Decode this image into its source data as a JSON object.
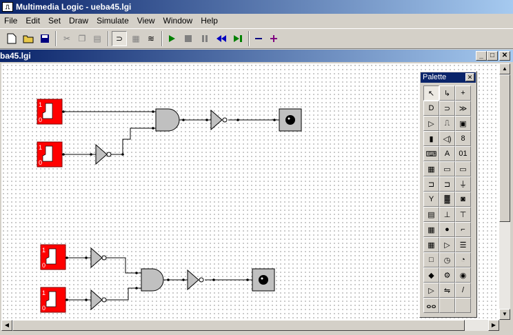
{
  "app": {
    "title": "Multimedia Logic - ueba45.lgi"
  },
  "menu": [
    "File",
    "Edit",
    "Set",
    "Draw",
    "Simulate",
    "View",
    "Window",
    "Help"
  ],
  "toolbar": {
    "colors": {
      "run": "#008000",
      "stop": "#808080",
      "step_back": "#0000c0",
      "step_fwd": "#008000",
      "minus": "#000080",
      "plus": "#800080"
    }
  },
  "document": {
    "title": "ba45.lgi",
    "min": "_",
    "max": "□",
    "close": "✕"
  },
  "palette": {
    "title": "Palette",
    "close": "✕",
    "tools": [
      {
        "name": "select",
        "glyph": "↖"
      },
      {
        "name": "wire-bend",
        "glyph": "↳"
      },
      {
        "name": "wire-join",
        "glyph": "+"
      },
      {
        "name": "and-gate",
        "glyph": "D"
      },
      {
        "name": "or-gate",
        "glyph": "⊃"
      },
      {
        "name": "xor-gate",
        "glyph": "≫"
      },
      {
        "name": "not-gate",
        "glyph": "▷"
      },
      {
        "name": "clock",
        "glyph": "⎍"
      },
      {
        "name": "led",
        "glyph": "▣"
      },
      {
        "name": "switch",
        "glyph": "▮"
      },
      {
        "name": "speaker",
        "glyph": "◁)"
      },
      {
        "name": "seven-seg",
        "glyph": "8"
      },
      {
        "name": "keyboard",
        "glyph": "⌨"
      },
      {
        "name": "text",
        "glyph": "A"
      },
      {
        "name": "counter",
        "glyph": "01"
      },
      {
        "name": "grid",
        "glyph": "▦"
      },
      {
        "name": "display",
        "glyph": "▭"
      },
      {
        "name": "bus",
        "glyph": "▭"
      },
      {
        "name": "in-connector",
        "glyph": "⊐"
      },
      {
        "name": "out-connector",
        "glyph": "⊐"
      },
      {
        "name": "ground",
        "glyph": "⏚"
      },
      {
        "name": "funnel",
        "glyph": "Y"
      },
      {
        "name": "film",
        "glyph": "▓"
      },
      {
        "name": "bitmap",
        "glyph": "◙"
      },
      {
        "name": "device",
        "glyph": "▤"
      },
      {
        "name": "pin-down",
        "glyph": "⊥"
      },
      {
        "name": "pin-up",
        "glyph": "⊤"
      },
      {
        "name": "chip",
        "glyph": "▦"
      },
      {
        "name": "red-ball",
        "glyph": "●"
      },
      {
        "name": "flipflop",
        "glyph": "⌐"
      },
      {
        "name": "chip2",
        "glyph": "▦"
      },
      {
        "name": "mux",
        "glyph": "▷"
      },
      {
        "name": "barrel",
        "glyph": "☰"
      },
      {
        "name": "cube",
        "glyph": "□"
      },
      {
        "name": "timer",
        "glyph": "◷"
      },
      {
        "name": "stopwatch",
        "glyph": "◔"
      },
      {
        "name": "yellow-chip",
        "glyph": "◆"
      },
      {
        "name": "machine",
        "glyph": "⚙"
      },
      {
        "name": "robot",
        "glyph": "◉"
      },
      {
        "name": "arrow-small",
        "glyph": "▷"
      },
      {
        "name": "splitter",
        "glyph": "⇋"
      },
      {
        "name": "pencil",
        "glyph": "/"
      },
      {
        "name": "bicycle",
        "glyph": "ⴰⴰ"
      },
      {
        "name": "empty1",
        "glyph": ""
      },
      {
        "name": "empty2",
        "glyph": ""
      }
    ]
  },
  "circuit": {
    "switch_labels": {
      "on": "1",
      "off": "0"
    },
    "colors": {
      "switch": "#ff0000",
      "gate": "#c0c0c0",
      "wire": "#000000",
      "led_bg": "#c0c0c0"
    }
  }
}
